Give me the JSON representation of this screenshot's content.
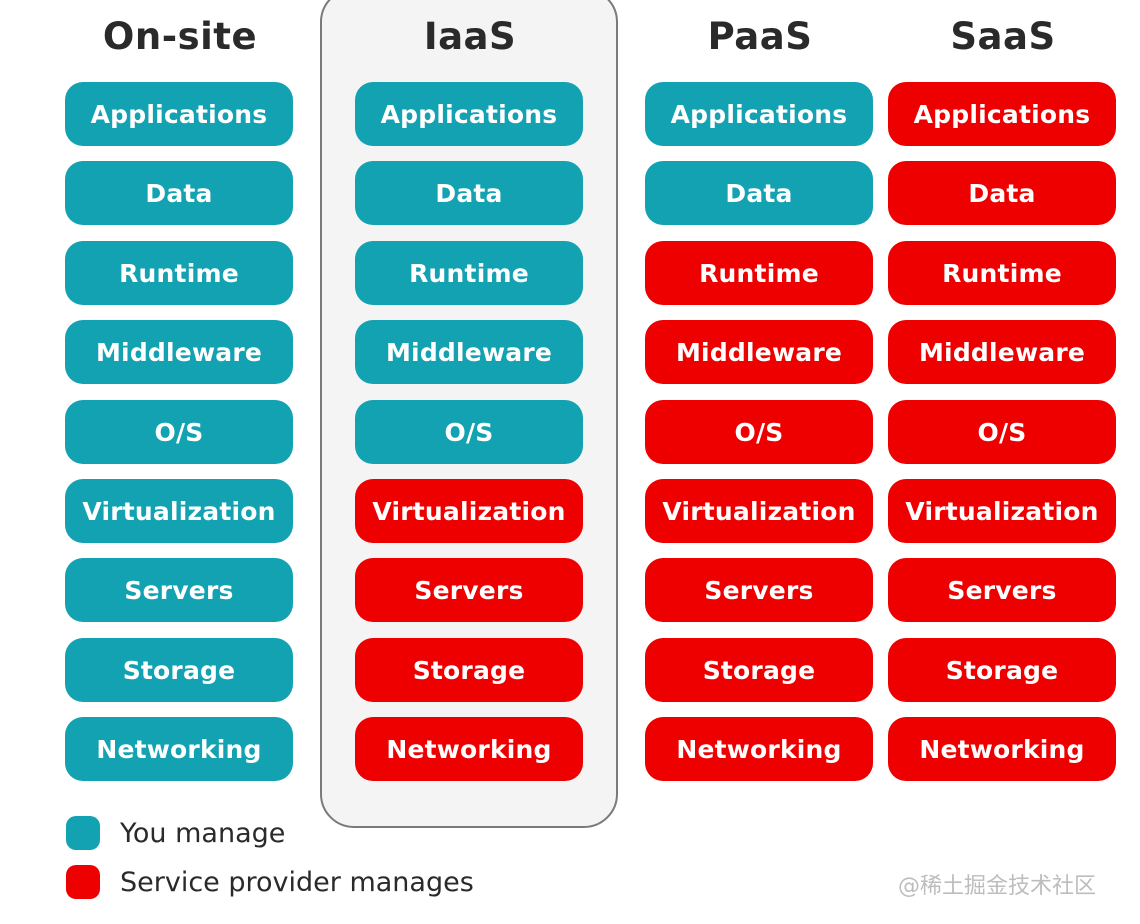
{
  "colors": {
    "you_manage": "#13a2b2",
    "provider_manages": "#ee0000",
    "highlight_panel": "#f4f4f4"
  },
  "columns": [
    {
      "title": "On-site",
      "cells": [
        {
          "label": "Applications",
          "owner": "you"
        },
        {
          "label": "Data",
          "owner": "you"
        },
        {
          "label": "Runtime",
          "owner": "you"
        },
        {
          "label": "Middleware",
          "owner": "you"
        },
        {
          "label": "O/S",
          "owner": "you"
        },
        {
          "label": "Virtualization",
          "owner": "you"
        },
        {
          "label": "Servers",
          "owner": "you"
        },
        {
          "label": "Storage",
          "owner": "you"
        },
        {
          "label": "Networking",
          "owner": "you"
        }
      ]
    },
    {
      "title": "IaaS",
      "cells": [
        {
          "label": "Applications",
          "owner": "you"
        },
        {
          "label": "Data",
          "owner": "you"
        },
        {
          "label": "Runtime",
          "owner": "you"
        },
        {
          "label": "Middleware",
          "owner": "you"
        },
        {
          "label": "O/S",
          "owner": "you"
        },
        {
          "label": "Virtualization",
          "owner": "provider"
        },
        {
          "label": "Servers",
          "owner": "provider"
        },
        {
          "label": "Storage",
          "owner": "provider"
        },
        {
          "label": "Networking",
          "owner": "provider"
        }
      ]
    },
    {
      "title": "PaaS",
      "cells": [
        {
          "label": "Applications",
          "owner": "you"
        },
        {
          "label": "Data",
          "owner": "you"
        },
        {
          "label": "Runtime",
          "owner": "provider"
        },
        {
          "label": "Middleware",
          "owner": "provider"
        },
        {
          "label": "O/S",
          "owner": "provider"
        },
        {
          "label": "Virtualization",
          "owner": "provider"
        },
        {
          "label": "Servers",
          "owner": "provider"
        },
        {
          "label": "Storage",
          "owner": "provider"
        },
        {
          "label": "Networking",
          "owner": "provider"
        }
      ]
    },
    {
      "title": "SaaS",
      "cells": [
        {
          "label": "Applications",
          "owner": "provider"
        },
        {
          "label": "Data",
          "owner": "provider"
        },
        {
          "label": "Runtime",
          "owner": "provider"
        },
        {
          "label": "Middleware",
          "owner": "provider"
        },
        {
          "label": "O/S",
          "owner": "provider"
        },
        {
          "label": "Virtualization",
          "owner": "provider"
        },
        {
          "label": "Servers",
          "owner": "provider"
        },
        {
          "label": "Storage",
          "owner": "provider"
        },
        {
          "label": "Networking",
          "owner": "provider"
        }
      ]
    }
  ],
  "legend": {
    "you_manage": "You manage",
    "provider_manages": "Service provider manages"
  },
  "watermark": "@稀土掘金技术社区"
}
